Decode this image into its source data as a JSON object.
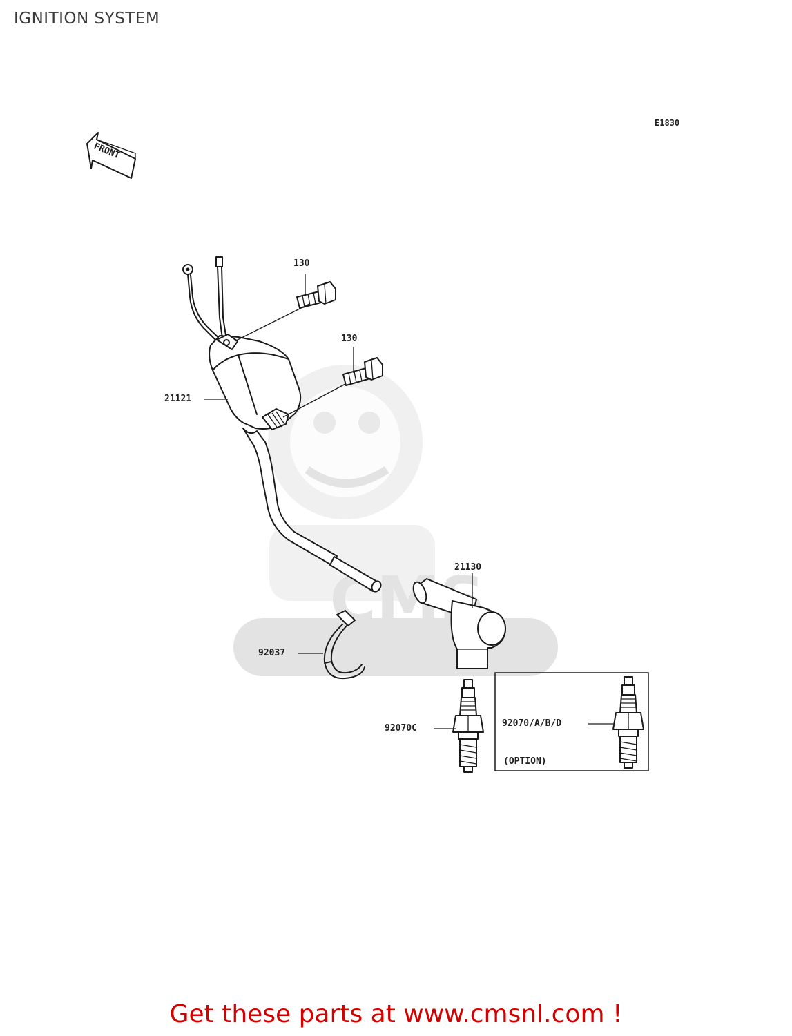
{
  "page_title": "IGNITION SYSTEM",
  "drawing_code": "E1830",
  "front_marker": "FRONT",
  "callouts": {
    "bolt_1": "130",
    "bolt_2": "130",
    "ignition_coil": "21121",
    "plug_cap": "21130",
    "band": "92037",
    "spark_plug": "92070C",
    "spark_plug_option": "92070/A/B/D",
    "option_note": "(OPTION)"
  },
  "watermark": {
    "brand": "CMS",
    "url": "WWW.CMSNL.COM"
  },
  "footer_cta": "Get these parts at www.cmsnl.com !",
  "colors": {
    "cta": "#d40000",
    "line": "#1a1a1a",
    "watermark": "#e3e3e3"
  }
}
